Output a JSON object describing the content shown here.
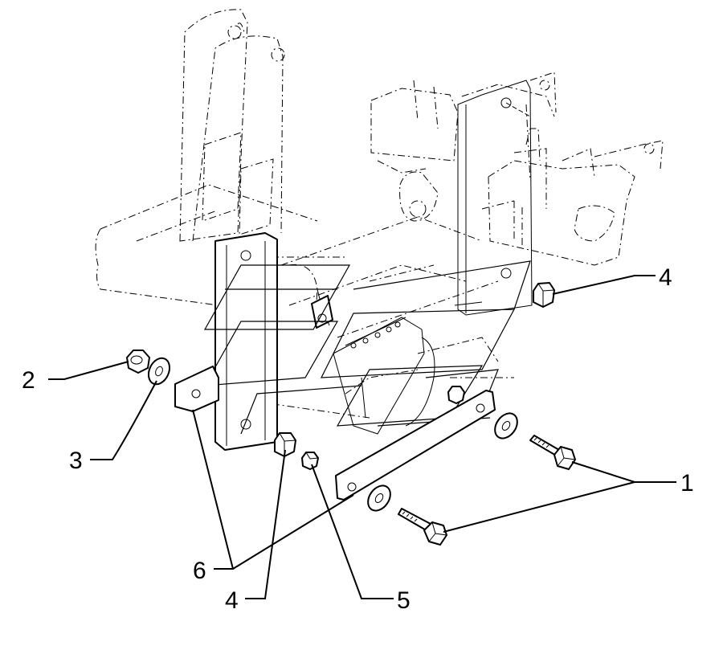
{
  "callouts": {
    "c1": "1",
    "c2": "2",
    "c3": "3",
    "c4_top": "4",
    "c4_bottom": "4",
    "c5": "5",
    "c6": "6"
  },
  "colors": {
    "line": "#000000",
    "background": "#ffffff"
  }
}
